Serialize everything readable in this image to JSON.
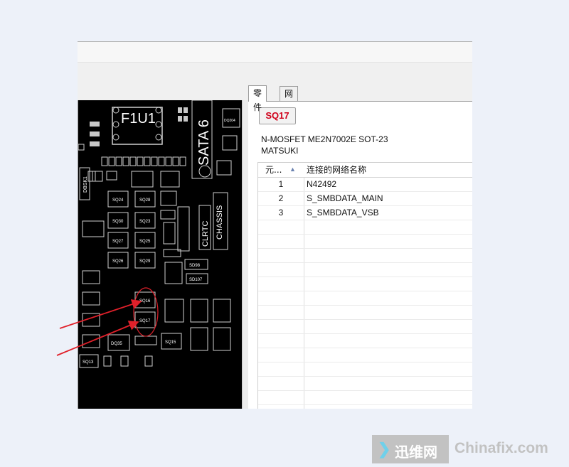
{
  "pcb": {
    "labels": {
      "f1u1": "F1U1",
      "sata": "SATA 6",
      "clrtc": "CLRTC",
      "chassis": "CHASSIS",
      "ddsk1": "DBSK1",
      "sq24": "SQ24",
      "sq28": "SQ28",
      "sq30": "SQ30",
      "sq23": "SQ23",
      "sq27": "SQ27",
      "sq25": "SQ25",
      "sq26": "SQ26",
      "sq29": "SQ29",
      "sq16": "SQ16",
      "sq17": "SQ17",
      "sq15": "SQ15",
      "sd98": "SD98",
      "sd107": "SD107",
      "q35": "DQ35",
      "sq13": "SQ13"
    }
  },
  "panel": {
    "tabs": [
      "零件",
      "网络"
    ],
    "part_button": "SQ17",
    "description_line1": "N-MOSFET ME2N7002E     SOT-23",
    "description_line2": "MATSUKI",
    "grid": {
      "col_index": "元...",
      "col_net": "连接的网络名称",
      "rows": [
        {
          "num": "1",
          "net": "N42492"
        },
        {
          "num": "2",
          "net": "S_SMBDATA_MAIN"
        },
        {
          "num": "3",
          "net": "S_SMBDATA_VSB"
        }
      ]
    }
  },
  "watermark": {
    "cn": "迅维网",
    "en": "Chinafix.com"
  },
  "colors": {
    "background": "#edf1f9",
    "pcb": "#000000",
    "part_button_text": "#d0001a",
    "annotation": "#e0202a"
  }
}
